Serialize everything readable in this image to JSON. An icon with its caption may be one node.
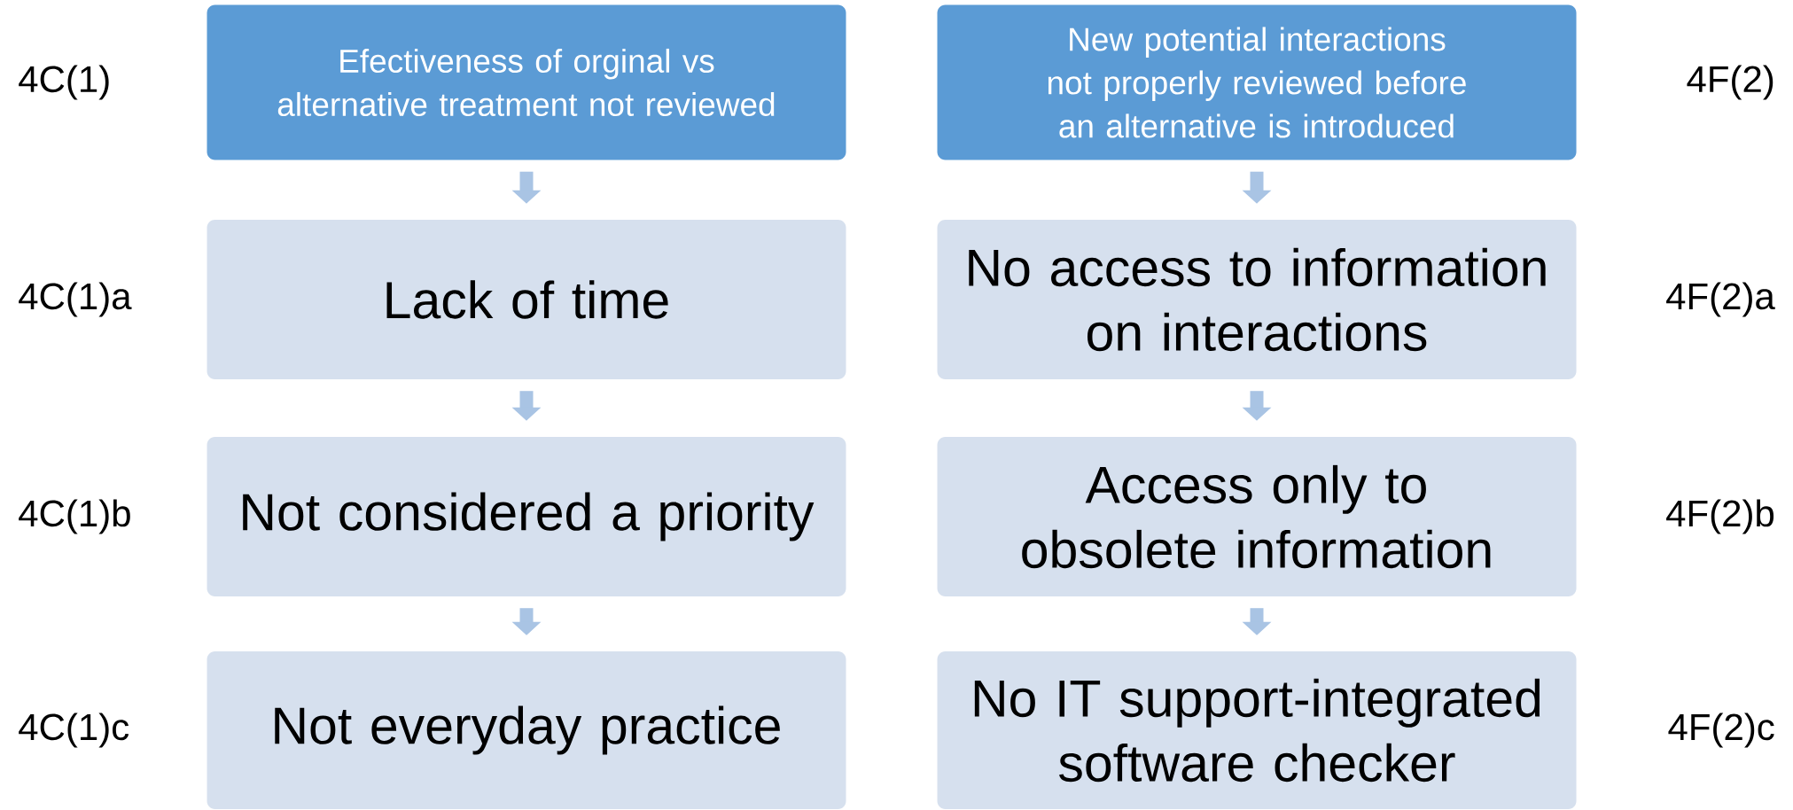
{
  "diagram": {
    "nodes": [
      {
        "text": [
          "Efectiveness of orginal vs alternative treatment not reviewed"
        ],
        "beside": [
          "4C(1)"
        ]
      },
      {
        "text": [
          "New potential interactions not properly reviewed before an alternative is introduced"
        ],
        "beside": [
          "4F(2)"
        ]
      },
      {
        "text": [
          "Lack of time"
        ],
        "beside": [
          "4C(1)a"
        ]
      },
      {
        "text": [
          "No access to information on interactions"
        ],
        "beside": [
          "4F(2)a"
        ]
      },
      {
        "text": [
          "Not considered a priority"
        ],
        "beside": [
          "4C(1)b"
        ]
      },
      {
        "text": [
          "Access only to obsolete information"
        ],
        "beside": [
          "4F(2)b"
        ]
      },
      {
        "text": [
          "Not everyday practice"
        ],
        "beside": [
          "4C(1)c"
        ]
      },
      {
        "text": [
          "No IT support-integrated software checker"
        ],
        "beside": [
          "4F(2)c"
        ]
      }
    ],
    "edges": [
      {
        "from": 0,
        "to": 2,
        "arrow": "to"
      },
      {
        "from": 2,
        "to": 4,
        "arrow": "to"
      },
      {
        "from": 4,
        "to": 6,
        "arrow": "to"
      },
      {
        "from": 1,
        "to": 3,
        "arrow": "to"
      },
      {
        "from": 3,
        "to": 5,
        "arrow": "to"
      },
      {
        "from": 5,
        "to": 7,
        "arrow": "to"
      }
    ]
  }
}
